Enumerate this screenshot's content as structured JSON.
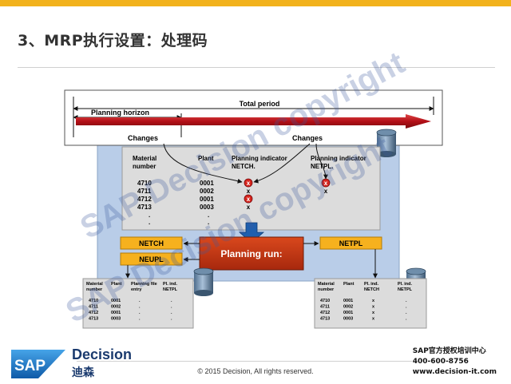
{
  "page": {
    "title": "3、MRP执行设置：处理码",
    "copyright": "© 2015 Decision, All rights reserved.",
    "watermark": "SAP Decision copyright"
  },
  "brand": {
    "sap": "SAP",
    "name_en": "Decision",
    "name_cn": "迪森",
    "contact_line1": "SAP官方授权培训中心",
    "contact_line2": "400-600-8756",
    "contact_line3": "www.decision-it.com"
  },
  "timeline": {
    "total_label": "Total period",
    "horizon_label": "Planning horizon",
    "changes_left": "Changes",
    "changes_right": "Changes"
  },
  "main_table": {
    "headers": [
      "Material number",
      "Plant",
      "Planning indicator NETCH.",
      "Planning indicator NETPL."
    ],
    "rows": [
      {
        "material": "4710",
        "plant": "0001",
        "netch": "x",
        "netpl": "x",
        "netch_marked": true,
        "netpl_marked": true
      },
      {
        "material": "4711",
        "plant": "0002",
        "netch": "x",
        "netpl": "x",
        "netch_marked": false,
        "netpl_marked": false
      },
      {
        "material": "4712",
        "plant": "0001",
        "netch": "x",
        "netpl": "",
        "netch_marked": true,
        "netpl_marked": false
      },
      {
        "material": "4713",
        "plant": "0003",
        "netch": "x",
        "netpl": "",
        "netch_marked": false,
        "netpl_marked": false
      }
    ],
    "ellipsis": "."
  },
  "process": {
    "netch": "NETCH",
    "neupl": "NEUPL",
    "netpl": "NETPL",
    "run": "Planning run:"
  },
  "left_table": {
    "headers": [
      "Material number",
      "Plant",
      "Planning file entry",
      "Pl. ind. NETPL"
    ],
    "rows": [
      [
        "4710",
        "0001",
        ".",
        "."
      ],
      [
        "4711",
        "0002",
        ".",
        "."
      ],
      [
        "4712",
        "0001",
        ".",
        "."
      ],
      [
        "4713",
        "0003",
        ".",
        "."
      ]
    ]
  },
  "right_table": {
    "headers": [
      "Material number",
      "Plant",
      "Pl. ind. NETCH",
      "Pl. ind. NETPL"
    ],
    "rows": [
      [
        "4710",
        "0001",
        "x",
        "."
      ],
      [
        "4711",
        "0002",
        "x",
        "."
      ],
      [
        "4712",
        "0001",
        "x",
        "."
      ],
      [
        "4713",
        "0003",
        "x",
        "."
      ]
    ]
  },
  "colors": {
    "accent_bar": "#f2b21c",
    "panel_blue": "#b9cde8",
    "table_gray": "#dcdcdc",
    "box_orange": "#f6b11e",
    "run_red": "#c83a16",
    "arrow_red": "#c0151b",
    "sap_blue": "#1e6fc2",
    "navy": "#1a3a6e"
  }
}
